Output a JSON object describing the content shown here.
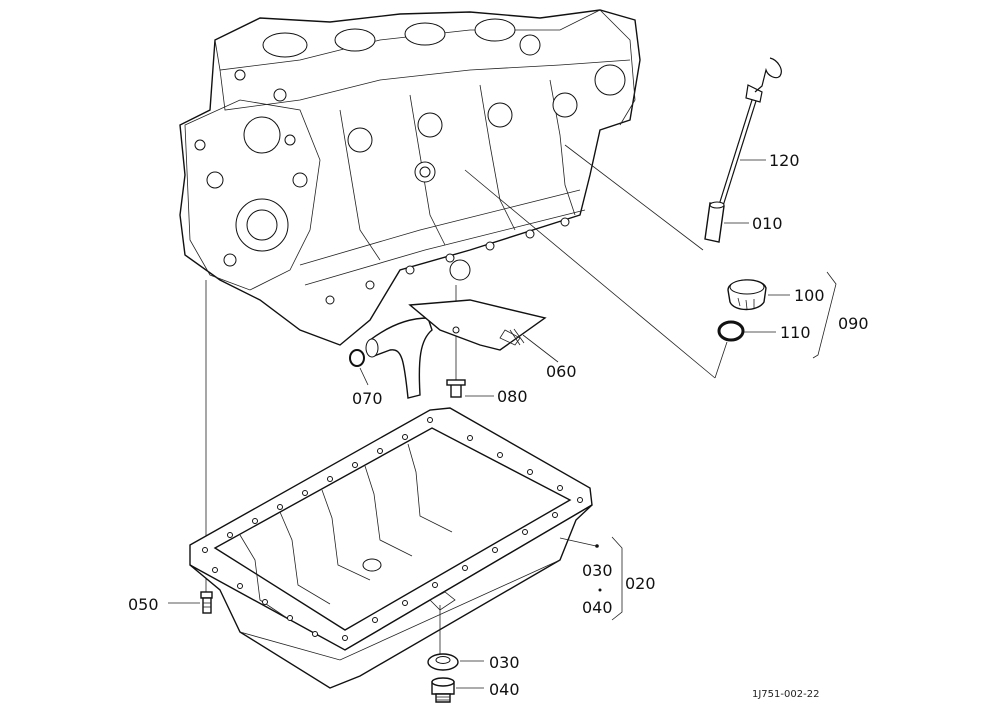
{
  "callouts": {
    "c120": "120",
    "c010": "010",
    "c100": "100",
    "c110": "110",
    "c090": "090",
    "c060": "060",
    "c070": "070",
    "c080": "080",
    "c030a": "030",
    "c040a": "040",
    "c020": "020",
    "c050": "050",
    "c030b": "030",
    "c040b": "040"
  },
  "reference_code": "1J751-002-22",
  "colors": {
    "line": "#111111",
    "background": "#ffffff"
  }
}
